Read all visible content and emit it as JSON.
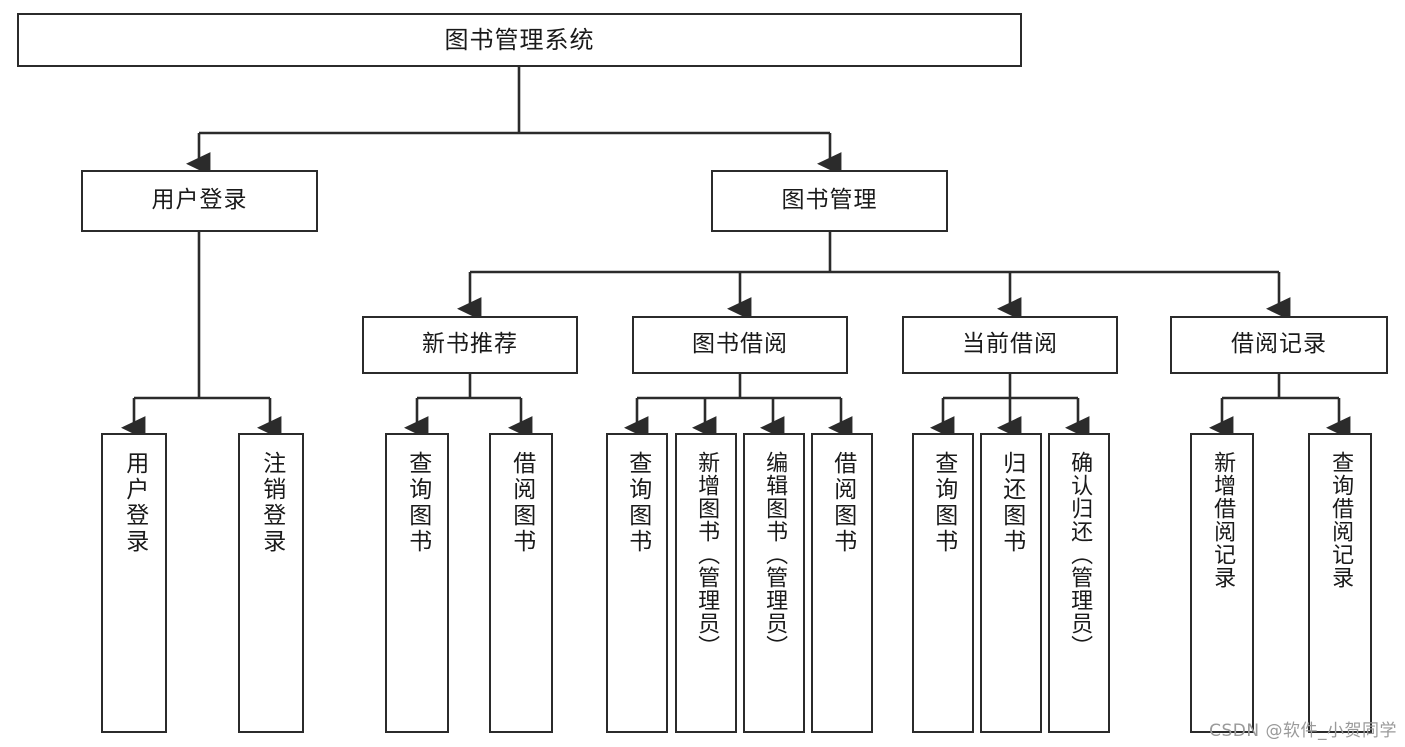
{
  "diagram": {
    "title": "图书管理系统",
    "type": "tree",
    "watermark": "CSDN @软件_小贺同学",
    "line_color": "#2b2b2b",
    "box_fill": "#ffffff",
    "text_color": "#1a1a1a",
    "root": {
      "label": "图书管理系统"
    },
    "level2": [
      {
        "label": "用户登录"
      },
      {
        "label": "图书管理"
      }
    ],
    "level3": [
      {
        "label": "新书推荐"
      },
      {
        "label": "图书借阅"
      },
      {
        "label": "当前借阅"
      },
      {
        "label": "借阅记录"
      }
    ],
    "leaves": {
      "user_login": [
        {
          "label": "用户登录"
        },
        {
          "label": "注销登录"
        }
      ],
      "new_book_recommend": [
        {
          "label": "查询图书"
        },
        {
          "label": "借阅图书"
        }
      ],
      "book_borrow": [
        {
          "label": "查询图书"
        },
        {
          "label": "新增图书（管理员）"
        },
        {
          "label": "编辑图书（管理员）"
        },
        {
          "label": "借阅图书"
        }
      ],
      "current_borrow": [
        {
          "label": "查询图书"
        },
        {
          "label": "归还图书"
        },
        {
          "label": "确认归还（管理员）"
        }
      ],
      "borrow_record": [
        {
          "label": "新增借阅记录"
        },
        {
          "label": "查询借阅记录"
        }
      ]
    }
  }
}
